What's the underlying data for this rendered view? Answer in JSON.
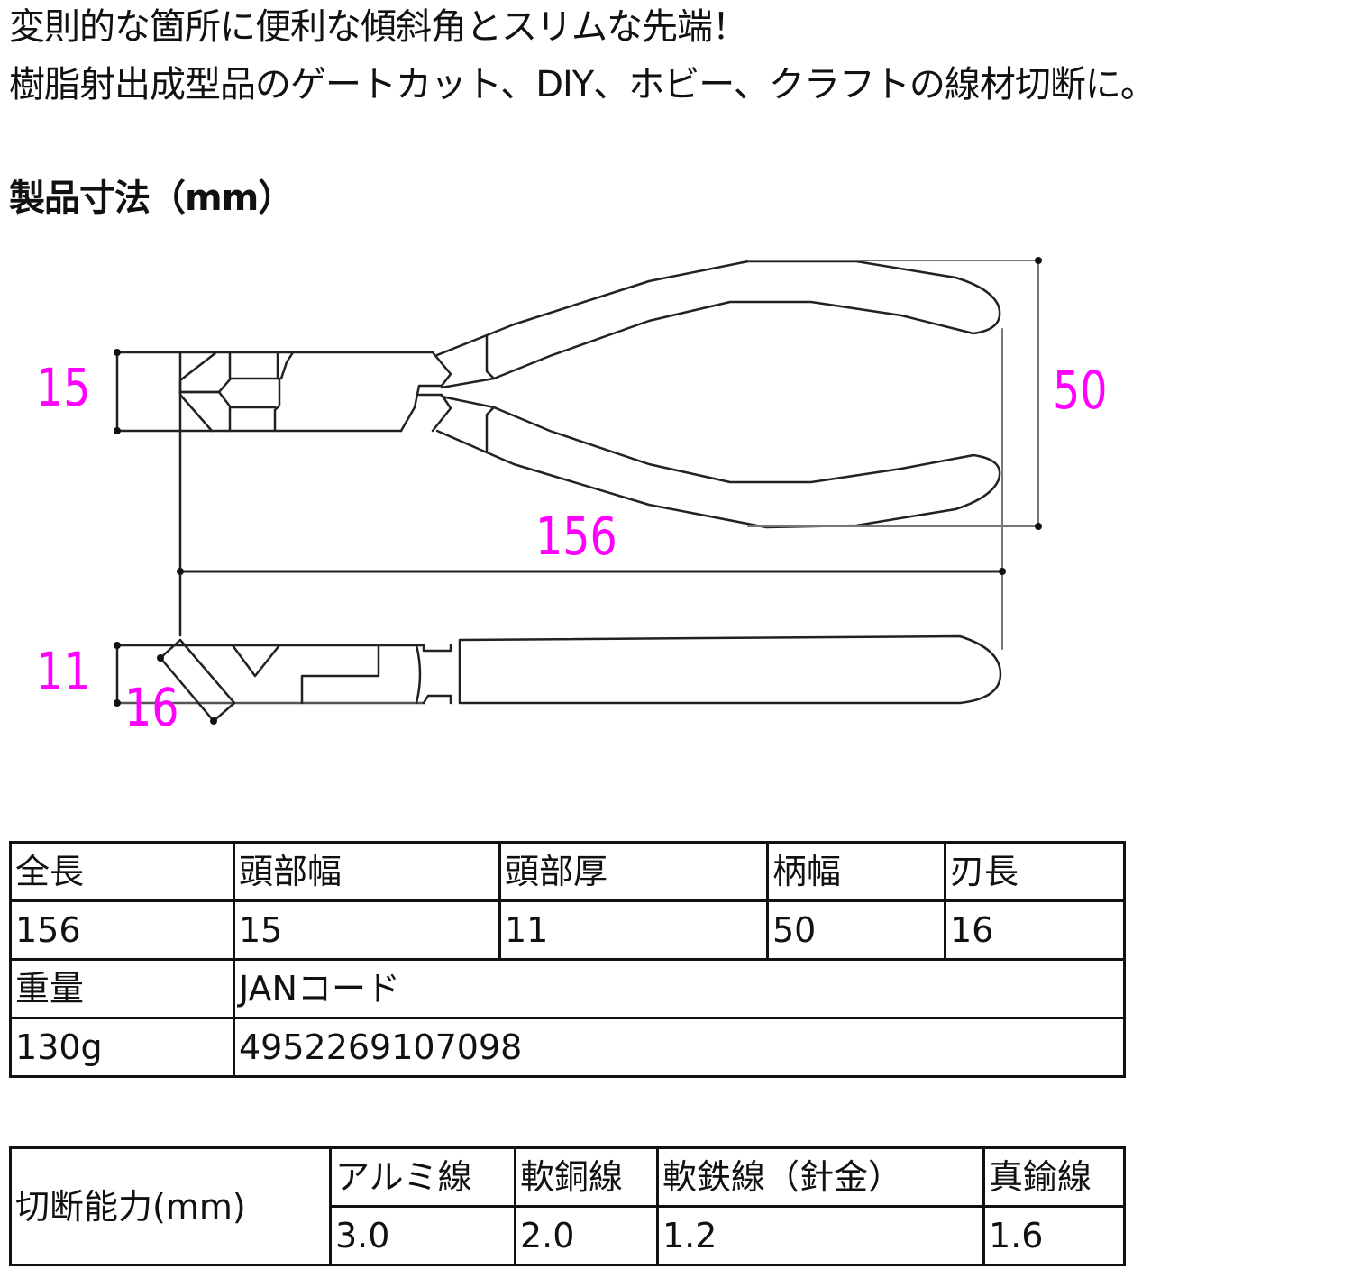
{
  "intro": {
    "line1": "変則的な箇所に便利な傾斜角とスリムな先端！",
    "line2": "樹脂射出成型品のゲートカット、DIY、ホビー、クラフトの線材切断に。"
  },
  "dimensions_section": {
    "heading": "製品寸法（mm）",
    "drawing": {
      "label_color": "#ff00ff",
      "labels": {
        "head_width": "15",
        "handle_width": "50",
        "overall_length": "156",
        "head_thickness": "11",
        "blade_length": "16"
      }
    }
  },
  "spec_table": {
    "headers_row1": [
      "全長",
      "頭部幅",
      "頭部厚",
      "柄幅",
      "刃長"
    ],
    "values_row1": [
      "156",
      "15",
      "11",
      "50",
      "16"
    ],
    "headers_row2": [
      "重量",
      "JANコード"
    ],
    "values_row2": [
      "130g",
      "4952269107098"
    ]
  },
  "cutting_table": {
    "row_label": "切断能力(mm)",
    "headers": [
      "アルミ線",
      "軟銅線",
      "軟鉄線（針金）",
      "真鍮線"
    ],
    "values": [
      "3.0",
      "2.0",
      "1.2",
      "1.6"
    ]
  }
}
